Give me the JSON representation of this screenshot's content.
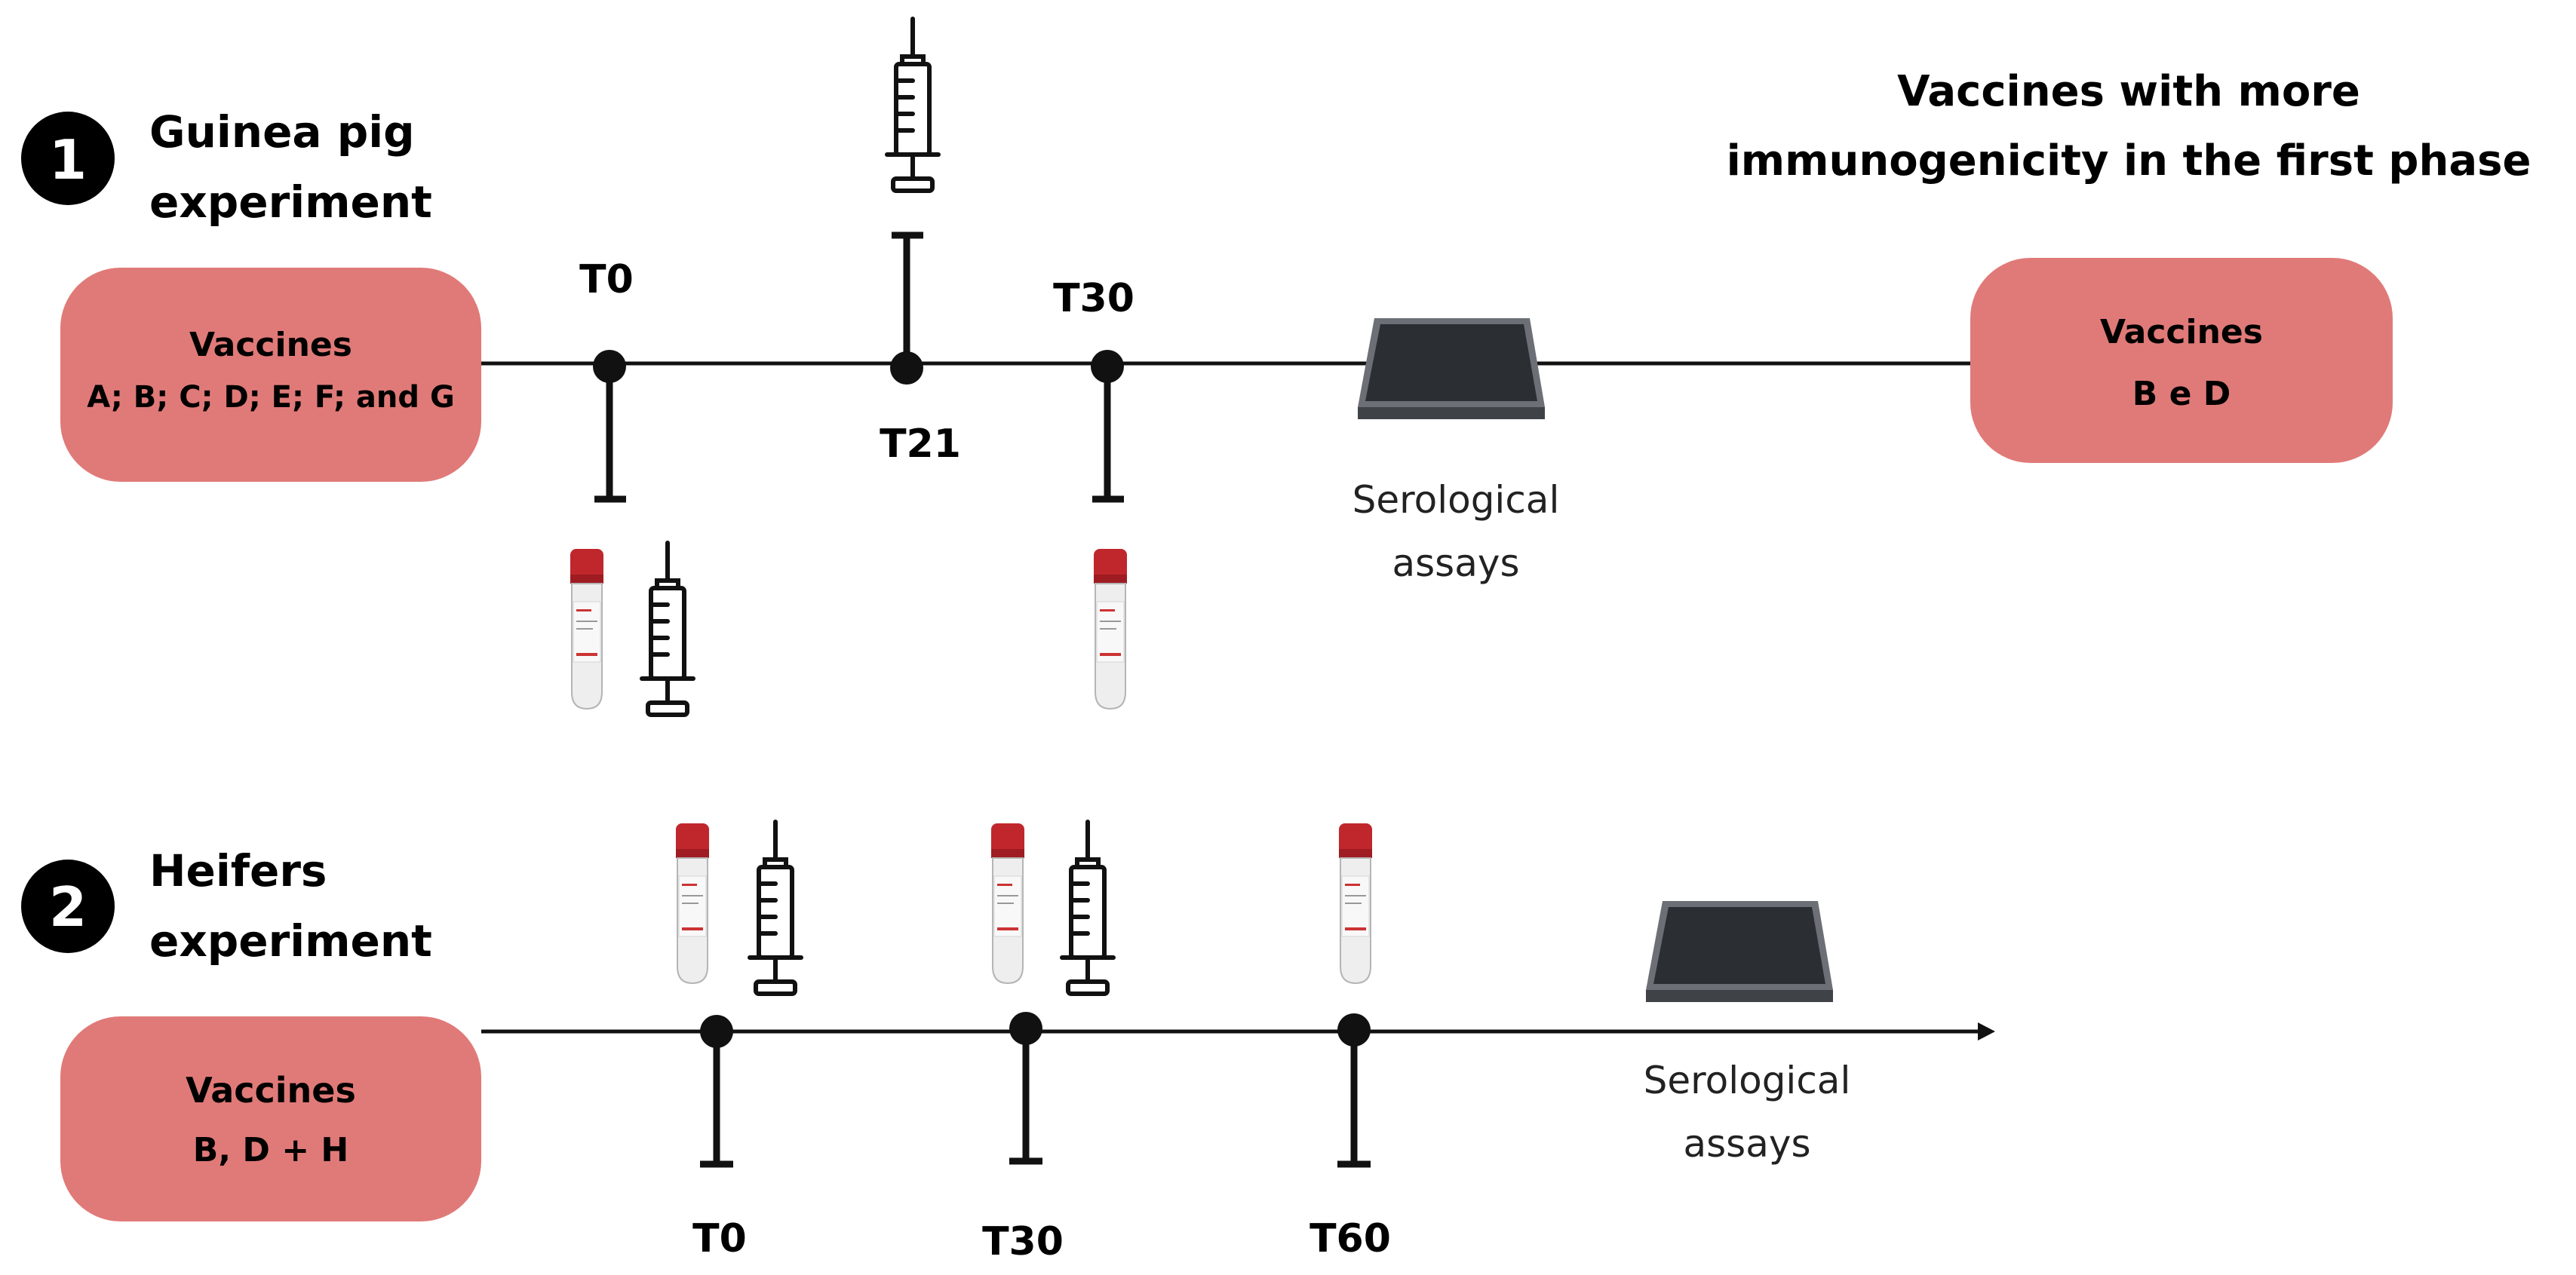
{
  "phase1": {
    "number": "1",
    "title_line1": "Guinea pig",
    "title_line2": "experiment",
    "start_box": {
      "line1": "Vaccines",
      "line2": "A; B; C; D; E; F; and G"
    },
    "timepoints": [
      {
        "label": "T0"
      },
      {
        "label": "T21"
      },
      {
        "label": "T30"
      }
    ],
    "assay": {
      "line1": "Serological",
      "line2": "assays"
    },
    "result_heading_line1": "Vaccines with more",
    "result_heading_line2": "immunogenicity in the first phase",
    "end_box": {
      "line1": "Vaccines",
      "line2": "B e D"
    }
  },
  "phase2": {
    "number": "2",
    "title_line1": "Heifers",
    "title_line2": "experiment",
    "start_box": {
      "line1": "Vaccines",
      "line2": "B, D + H"
    },
    "timepoints": [
      {
        "label": "T0"
      },
      {
        "label": "T30"
      },
      {
        "label": "T60"
      }
    ],
    "assay": {
      "line1": "Serological",
      "line2": "assays"
    }
  },
  "colors": {
    "box_fill": "#E07A78",
    "line": "#111111",
    "tube_cap": "#C0272D",
    "plate": "#5a5f66"
  },
  "icons": [
    "blood-tube-icon",
    "syringe-icon",
    "microplate-icon"
  ]
}
